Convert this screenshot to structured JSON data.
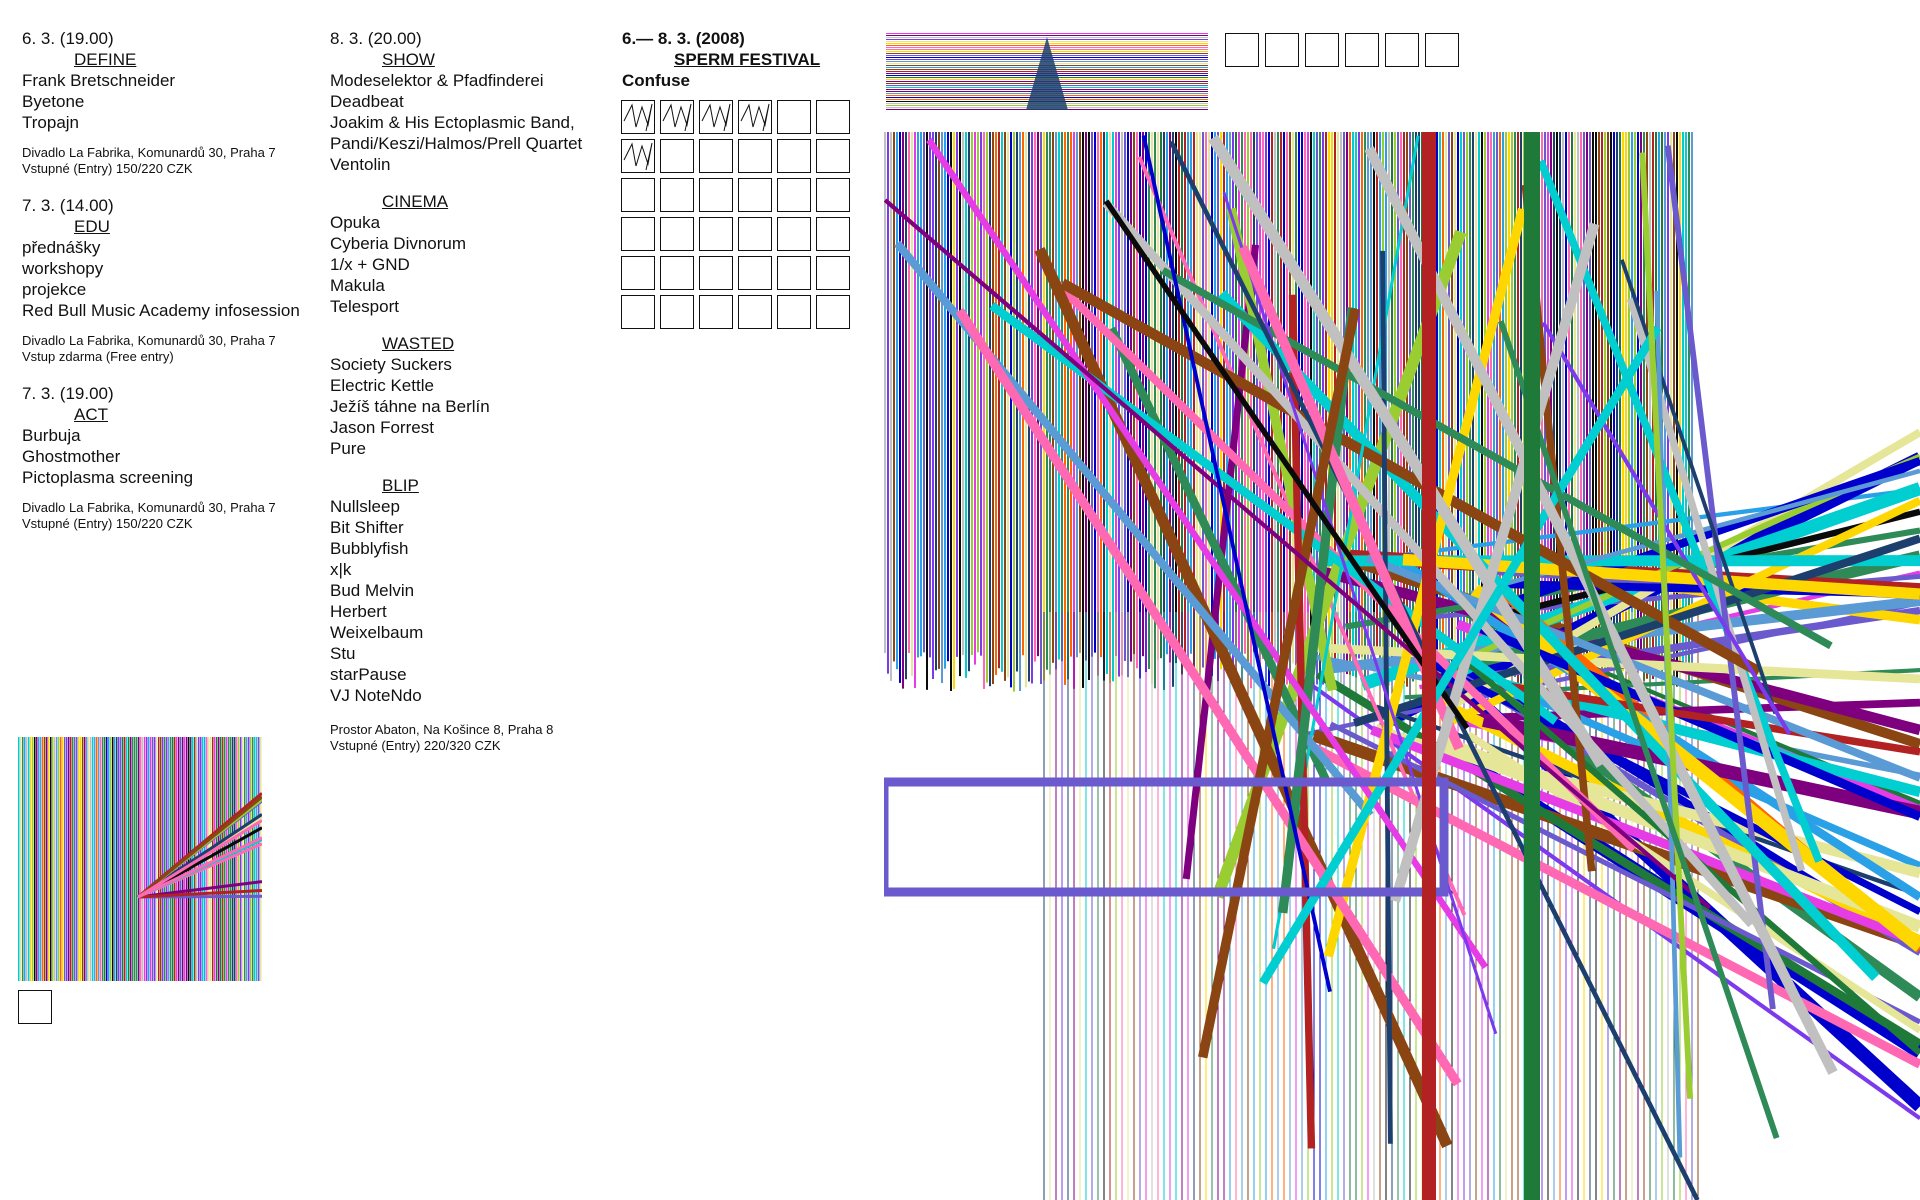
{
  "column1": {
    "blocks": [
      {
        "date": "6. 3. (19.00)",
        "section": "DEFINE",
        "items": [
          "Frank Bretschneider",
          "Byetone",
          "Tropajn"
        ],
        "venue": "Divadlo La Fabrika, Komunardů 30, Praha 7",
        "price": "Vstupné (Entry) 150/220 CZK"
      },
      {
        "date": "7. 3. (14.00)",
        "section": "EDU",
        "items": [
          "přednášky",
          "workshopy",
          "projekce",
          "Red Bull Music Academy infosession"
        ],
        "venue": "Divadlo La Fabrika, Komunardů 30, Praha 7",
        "price": "Vstup zdarma (Free entry)"
      },
      {
        "date": "7. 3. (19.00)",
        "section": "ACT",
        "items": [
          "Burbuja",
          "Ghostmother",
          "Pictoplasma screening"
        ],
        "venue": "Divadlo La Fabrika, Komunardů 30, Praha 7",
        "price": "Vstupné (Entry) 150/220 CZK"
      }
    ]
  },
  "column2": {
    "date": "8. 3. (20.00)",
    "sections": [
      {
        "title": "SHOW",
        "items": [
          "Modeselektor & Pfadfinderei",
          "Deadbeat",
          "Joakim & His Ectoplasmic Band,",
          "Pandi/Keszi/Halmos/Prell Quartet",
          "Ventolin"
        ]
      },
      {
        "title": "CINEMA",
        "items": [
          "Opuka",
          "Cyberia Divnorum",
          "1/x + GND",
          "Makula",
          "Telesport"
        ]
      },
      {
        "title": "WASTED",
        "items": [
          "Society Suckers",
          "Electric Kettle",
          "Ježíš táhne na Berlín",
          "Jason Forrest",
          "Pure"
        ]
      },
      {
        "title": "BLIP",
        "items": [
          "Nullsleep",
          "Bit Shifter",
          "Bubblyfish",
          "x|k",
          "Bud Melvin",
          "Herbert",
          "Weixelbaum",
          "Stu",
          "starPause",
          "VJ NoteNdo"
        ]
      }
    ],
    "venue": "Prostor Abaton, Na Košince 8, Praha 8",
    "price": "Vstupné (Entry) 220/320 CZK"
  },
  "header": {
    "date": "6.— 8. 3. (2008)",
    "title": "SPERM FESTIVAL",
    "subtitle": "Confuse"
  },
  "colors": {
    "palette": [
      "#e63ce6",
      "#2aa0e6",
      "#1f7a3a",
      "#0a0a0a",
      "#7c3aed",
      "#c0c0c0",
      "#ff6600",
      "#5b9bd5",
      "#9acd32",
      "#b22222",
      "#ffd700",
      "#00ced1",
      "#6a5acd",
      "#8b4513",
      "#e6e699",
      "#ff69b4",
      "#0000cd",
      "#2e8b57",
      "#7f007f",
      "#1c3f6e"
    ]
  }
}
